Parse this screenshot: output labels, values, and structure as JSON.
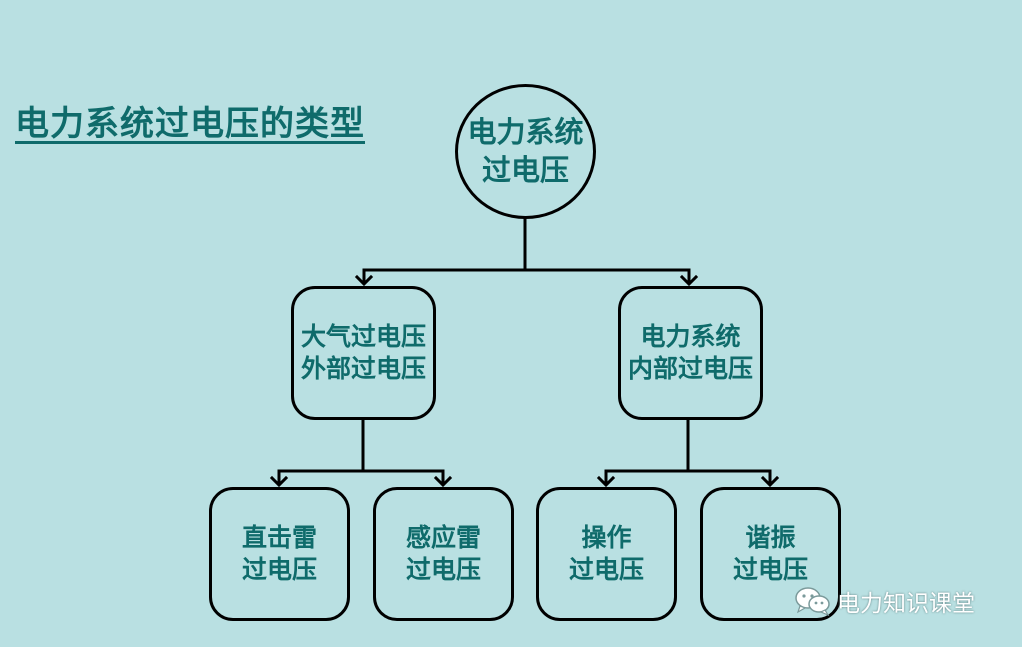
{
  "title": "电力系统过电压的类型",
  "diagram": {
    "root": {
      "line1": "电力系统",
      "line2": "过电压"
    },
    "atmospheric": {
      "line1": "大气过电压",
      "line2": "外部过电压"
    },
    "internal": {
      "line1": "电力系统",
      "line2": "内部过电压"
    },
    "leaves": [
      {
        "line1": "直击雷",
        "line2": "过电压"
      },
      {
        "line1": "感应雷",
        "line2": "过电压"
      },
      {
        "line1": "操作",
        "line2": "过电压"
      },
      {
        "line1": "谐振",
        "line2": "过电压"
      }
    ]
  },
  "watermark": {
    "text": "电力知识课堂",
    "icon": "wechat-icon"
  },
  "colors": {
    "background": "#b9e0e2",
    "text": "#0f6b6b",
    "stroke": "#000000"
  }
}
